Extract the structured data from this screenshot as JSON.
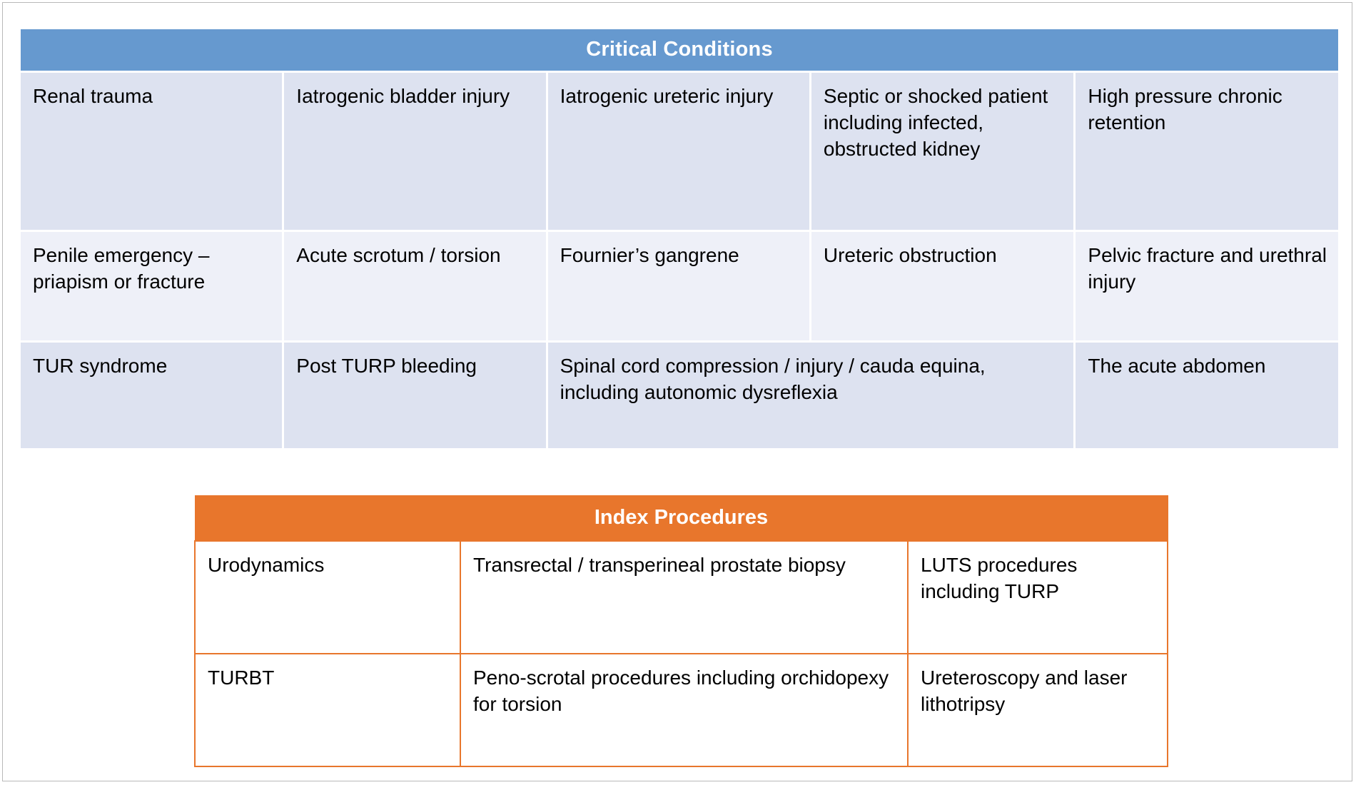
{
  "critical_conditions": {
    "title": "Critical Conditions",
    "header_color": "#6699cf",
    "row_dark_color": "#dde2f0",
    "row_light_color": "#eef0f8",
    "rows": [
      {
        "shade": "dark",
        "cells": [
          "Renal trauma",
          "Iatrogenic bladder injury",
          "Iatrogenic ureteric injury",
          "Septic or shocked patient including infected, obstructed kidney",
          "High pressure chronic retention"
        ]
      },
      {
        "shade": "light",
        "cells": [
          "Penile emergency – priapism or fracture",
          "Acute scrotum / torsion",
          "Fournier’s gangrene",
          "Ureteric obstruction",
          "Pelvic fracture and urethral injury"
        ]
      },
      {
        "shade": "dark",
        "cells": [
          "TUR syndrome",
          "Post TURP bleeding",
          "Spinal cord compression / injury / cauda equina, including autonomic dysreflexia",
          "The acute abdomen"
        ]
      }
    ]
  },
  "index_procedures": {
    "title": "Index Procedures",
    "header_color": "#e8762c",
    "border_color": "#e8762c",
    "rows": [
      {
        "cells": [
          "Urodynamics",
          "Transrectal / transperineal prostate biopsy",
          "LUTS procedures including TURP"
        ]
      },
      {
        "cells": [
          "TURBT",
          "Peno-scrotal procedures including orchidopexy for torsion",
          "Ureteroscopy and laser lithotripsy"
        ]
      }
    ]
  }
}
